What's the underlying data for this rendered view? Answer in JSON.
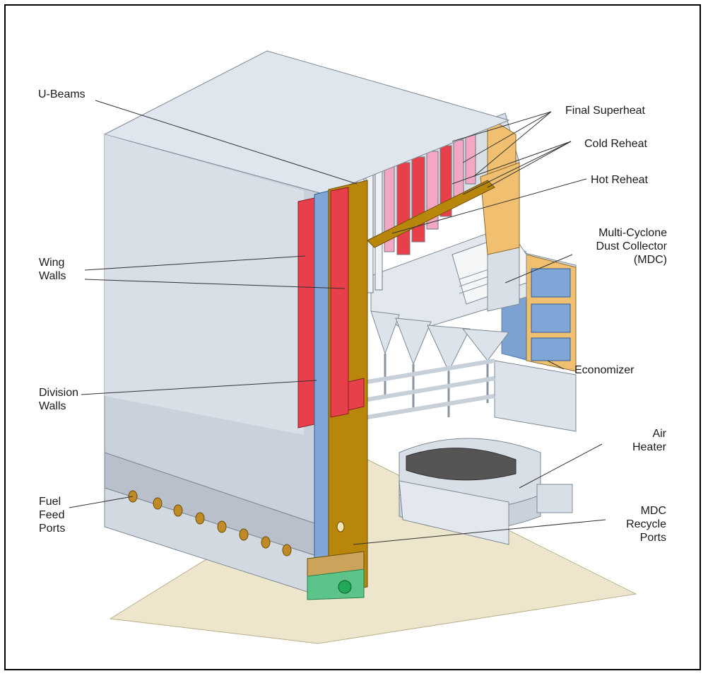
{
  "diagram": {
    "labels": {
      "u_beams": "U-Beams",
      "final_superheat": "Final Superheat",
      "cold_reheat": "Cold Reheat",
      "hot_reheat": "Hot Reheat",
      "mdc": "Multi-Cyclone\nDust Collector\n(MDC)",
      "wing_walls": "Wing\nWalls",
      "economizer": "Economizer",
      "division_walls": "Division\nWalls",
      "air_heater": "Air\nHeater",
      "fuel_feed_ports": "Fuel\nFeed\nPorts",
      "mdc_recycle_ports": "MDC\nRecycle\nPorts"
    },
    "colors": {
      "shell": "#dfe6ee",
      "shell_dark": "#c3ccd6",
      "wall_red": "#e8404a",
      "wall_blue": "#7fa6d6",
      "refractory": "#b8860b",
      "reheat_pink": "#f4a7c4",
      "casing_tan": "#f0c070",
      "floor": "#eee6cc",
      "bed_green": "#5cc48a"
    }
  }
}
